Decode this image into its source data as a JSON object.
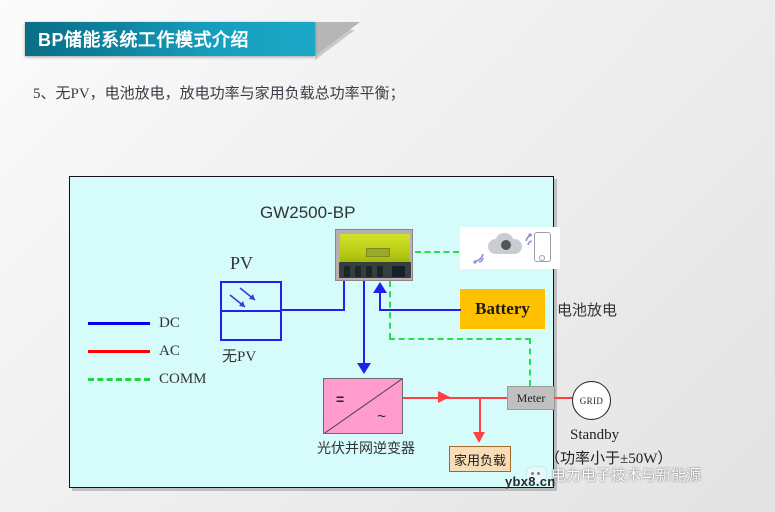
{
  "slide": {
    "title": "BP储能系统工作模式介绍",
    "subtitle": "5、无PV，电池放电，放电功率与家用负载总功率平衡；"
  },
  "legend": {
    "items": [
      {
        "label": "DC",
        "style": "solid",
        "color": "#0000f2"
      },
      {
        "label": "AC",
        "style": "solid",
        "color": "#fe0000"
      },
      {
        "label": "COMM",
        "style": "dashed",
        "color": "#20d540"
      }
    ]
  },
  "diagram": {
    "background_color": "#d6fbfb",
    "border_color": "#111111",
    "pv": {
      "title": "PV",
      "caption": "无PV",
      "box_color": "#2020f0"
    },
    "inverter_device": {
      "model": "GW2500-BP",
      "body_color": "#b9cd15"
    },
    "cloud": {
      "icon": "cloud-icon",
      "phone_icon": "smartphone-icon",
      "wifi_icon": "wifi-icon",
      "box_color": "#ffffff"
    },
    "battery": {
      "label": "Battery",
      "note": "电池放电",
      "color": "#ffc000"
    },
    "grid_inverter": {
      "dc_symbol": "=",
      "ac_symbol": "~",
      "caption": "光伏并网逆变器",
      "color": "#ff9ccd"
    },
    "meter": {
      "label": "Meter",
      "color": "#c0c0c0"
    },
    "grid": {
      "label": "GRID",
      "status": "Standby",
      "power_note": "（功率小于±50W）"
    },
    "load": {
      "label": "家用负载",
      "color": "#f9ddb7"
    }
  },
  "watermark": {
    "icon": "wechat-icon",
    "text": "电力电子技术与新能源",
    "url": "ybx8.cn"
  }
}
